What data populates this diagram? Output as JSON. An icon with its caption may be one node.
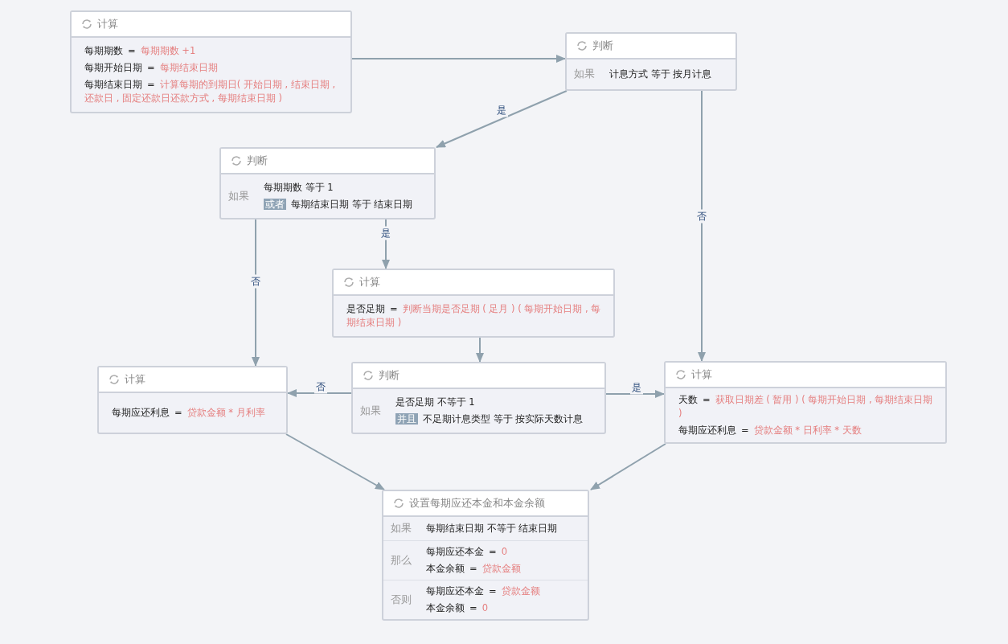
{
  "diagram": {
    "nodes": [
      {
        "text": [
          "计算",
          "每期期数",
          "=",
          "每期期数 +1",
          "每期开始日期",
          "=",
          "每期结束日期",
          "每期结束日期",
          "=",
          "计算每期的到期日( 开始日期 , 结束日期 , 还款日 , 固定还款日还款方式 , 每期结束日期 )"
        ]
      },
      {
        "text": [
          "判断",
          "如果",
          "计息方式 等于 按月计息"
        ]
      },
      {
        "text": [
          "判断",
          "如果",
          "每期期数 等于 1",
          "或者",
          "每期结束日期 等于 结束日期"
        ]
      },
      {
        "text": [
          "计算",
          "是否足期",
          "=",
          "判断当期是否足期 ( 足月 ) ( 每期开始日期 , 每期结束日期 )"
        ]
      },
      {
        "text": [
          "计算",
          "每期应还利息",
          "=",
          "贷款金额 * 月利率"
        ]
      },
      {
        "text": [
          "判断",
          "如果",
          "是否足期 不等于 1",
          "并且",
          "不足期计息类型 等于 按实际天数计息"
        ]
      },
      {
        "text": [
          "计算",
          "天数",
          "=",
          "获取日期差 ( 暂用 ) ( 每期开始日期 , 每期结束日期 )",
          "每期应还利息",
          "=",
          "贷款金额 * 日利率 * 天数"
        ]
      },
      {
        "text": [
          "设置每期应还本金和本金余额",
          "如果",
          "每期结束日期 不等于 结束日期",
          "那么",
          "每期应还本金",
          "=",
          "0",
          "本金余额",
          "=",
          "贷款金额",
          "否则",
          "每期应还本金",
          "=",
          "贷款金额",
          "本金余额",
          "=",
          "0"
        ]
      }
    ],
    "edges": [
      {
        "from": 0,
        "to": 1,
        "arrow": "to"
      },
      {
        "from": 1,
        "to": 2,
        "arrow": "to",
        "label": "是"
      },
      {
        "from": 1,
        "to": 6,
        "arrow": "to",
        "label": "否"
      },
      {
        "from": 2,
        "to": 4,
        "arrow": "to",
        "label": "否"
      },
      {
        "from": 2,
        "to": 3,
        "arrow": "to",
        "label": "是"
      },
      {
        "from": 3,
        "to": 5,
        "arrow": "to"
      },
      {
        "from": 5,
        "to": 4,
        "arrow": "to",
        "label": "否"
      },
      {
        "from": 5,
        "to": 6,
        "arrow": "to",
        "label": "是"
      },
      {
        "from": 4,
        "to": 7,
        "arrow": "to"
      },
      {
        "from": 6,
        "to": 7,
        "arrow": "to"
      }
    ]
  }
}
